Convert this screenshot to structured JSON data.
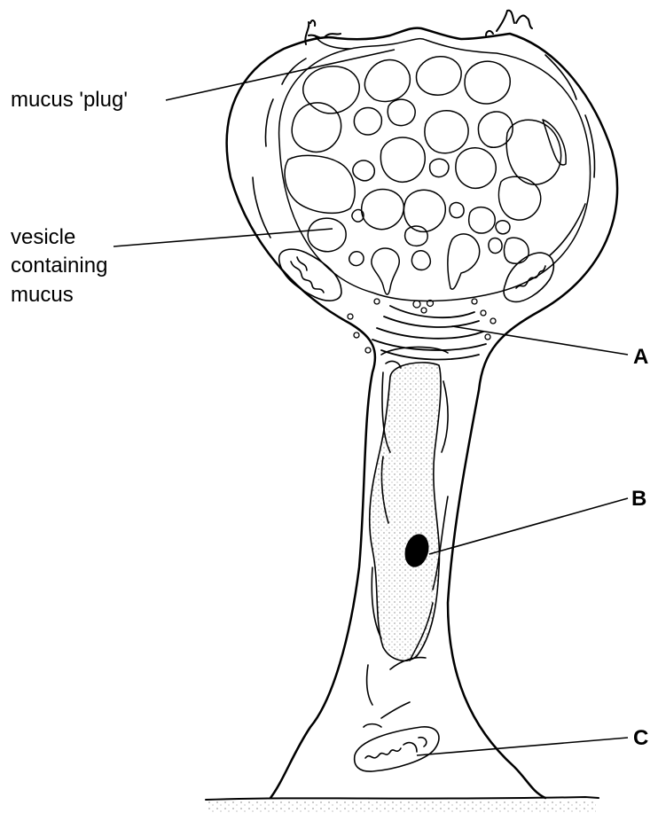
{
  "labels": {
    "mucus_plug": "mucus 'plug'",
    "vesicle_line1": "vesicle",
    "vesicle_line2": "containing",
    "vesicle_line3": "mucus",
    "a": "A",
    "b": "B",
    "c": "C"
  },
  "colors": {
    "ink": "#000000",
    "paper": "#ffffff"
  }
}
